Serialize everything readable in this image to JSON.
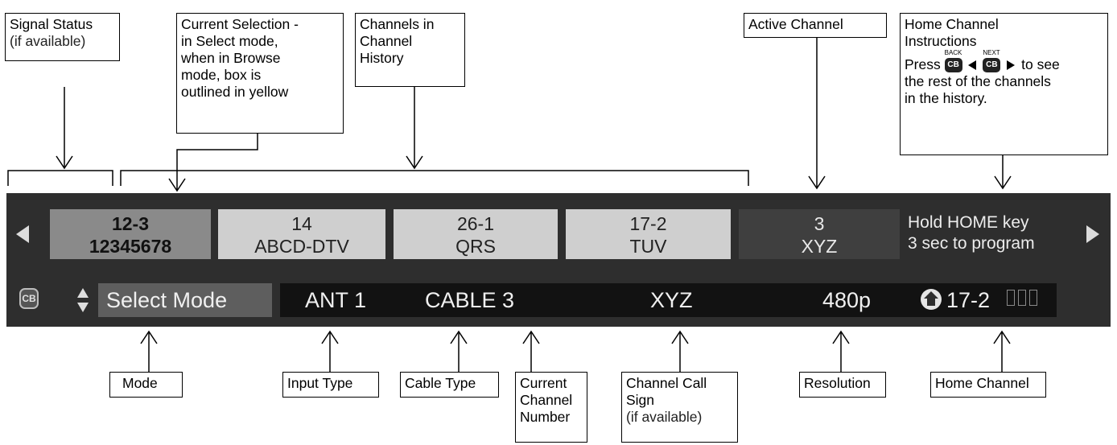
{
  "callouts": {
    "signal_status": {
      "title": "Signal Status",
      "sub": "(if available)"
    },
    "current_selection": {
      "lines": [
        "Current Selection -",
        "in Select mode,",
        "when in Browse",
        "mode, box is",
        "outlined in yellow"
      ]
    },
    "channels_history": {
      "lines": [
        "Channels in",
        "Channel",
        "History"
      ]
    },
    "active_channel": {
      "title": "Active Channel"
    },
    "home_instructions": {
      "lines": [
        "Home Channel",
        "Instructions"
      ],
      "press": "Press",
      "back": "BACK",
      "next": "NEXT",
      "cb": "CB",
      "to_see": "to see",
      "rest_lines": [
        "the rest of the channels",
        "in the history."
      ]
    },
    "mode": {
      "title": "Mode"
    },
    "input_type": {
      "title": "Input Type"
    },
    "cable_type": {
      "title": "Cable Type"
    },
    "current_channel_number": {
      "lines": [
        "Current",
        "Channel",
        "Number"
      ]
    },
    "channel_call_sign": {
      "lines": [
        "Channel Call",
        "Sign"
      ],
      "sub": "(if available)"
    },
    "resolution": {
      "title": "Resolution"
    },
    "home_channel": {
      "title": "Home Channel"
    }
  },
  "banner": {
    "channels": [
      {
        "number": "12-3",
        "name": "12345678",
        "state": "selected"
      },
      {
        "number": "14",
        "name": "ABCD-DTV",
        "state": "history"
      },
      {
        "number": "26-1",
        "name": "QRS",
        "state": "history"
      },
      {
        "number": "17-2",
        "name": "TUV",
        "state": "history"
      },
      {
        "number": "3",
        "name": "XYZ",
        "state": "active"
      }
    ],
    "home_instructions": [
      "Hold HOME key",
      "3 sec to program"
    ],
    "status_row": {
      "cb_icon": "CB",
      "mode": "Select Mode",
      "input": "ANT 1",
      "cable": "CABLE 3",
      "call_sign": "XYZ",
      "resolution": "480p",
      "home_channel": "17-2"
    }
  },
  "colors": {
    "banner_bg": "#2e2e2e",
    "selected_box": "#8a8a8a",
    "history_box": "#cfcfcf",
    "active_box": "#3f3f3f"
  },
  "icons": [
    "left-arrow-icon",
    "right-arrow-icon",
    "cb-icon",
    "up-down-arrows-icon",
    "home-icon"
  ]
}
